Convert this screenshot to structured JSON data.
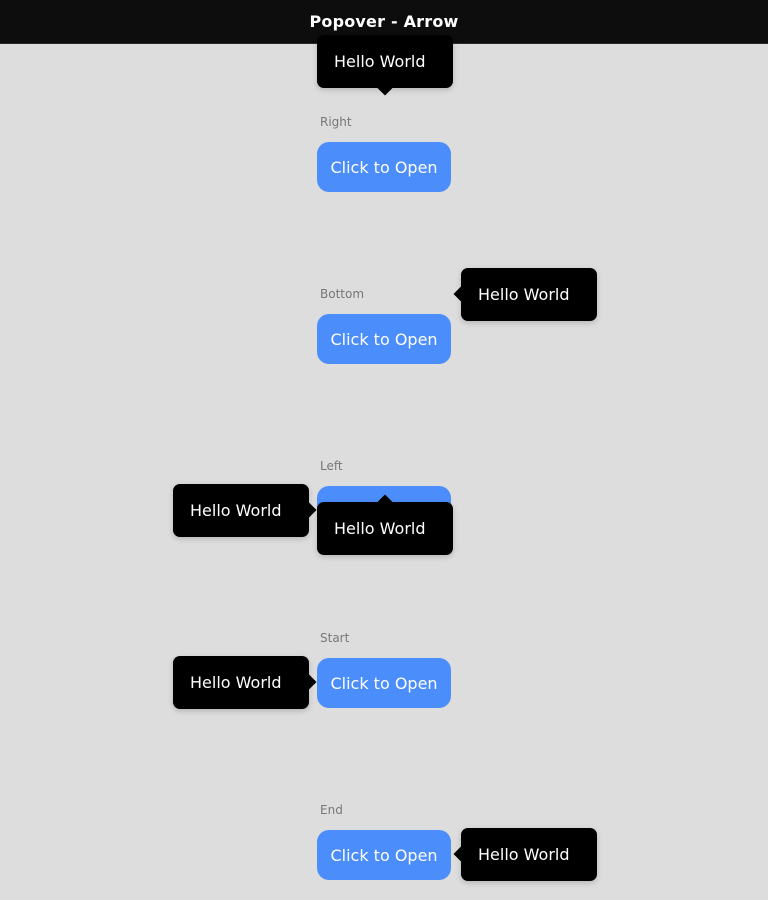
{
  "header": {
    "title": "Popover - Arrow"
  },
  "button_label": "Click to Open",
  "popover_text": "Hello World",
  "sections": [
    {
      "label": "Right"
    },
    {
      "label": "Bottom"
    },
    {
      "label": "Left"
    },
    {
      "label": "Start"
    },
    {
      "label": "End"
    }
  ],
  "colors": {
    "header_bg": "#0d0d0d",
    "page_bg": "#dddddd",
    "button_bg": "#4a8dfb",
    "popover_bg": "#000000"
  }
}
